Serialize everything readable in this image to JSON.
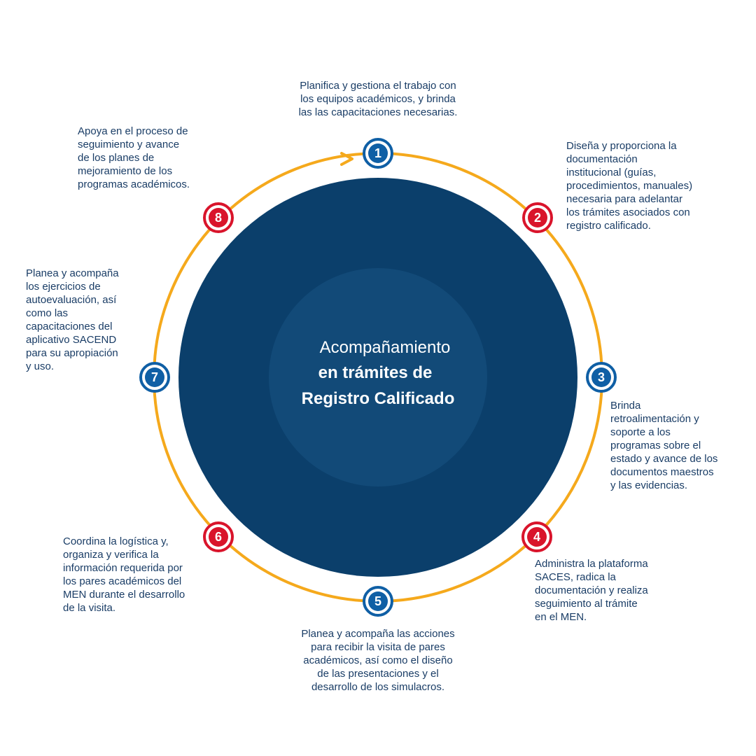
{
  "colors": {
    "ring": "#f5a91c",
    "circle_outer": "#0b3f6b",
    "circle_inner": "#124a78",
    "blue_badge": "#0f5fa5",
    "red_badge": "#d9142b",
    "text": "#1a3d66"
  },
  "center": {
    "line1": "Acompañamiento",
    "line2": "en trámites de",
    "line3": "Registro Calificado"
  },
  "cycle_arrow_icon": "arrow-right-icon",
  "steps": [
    {
      "number": "1",
      "color": "blue",
      "text": "Planifica y gestiona el trabajo con\nlos equipos académicos, y brinda\nlas las capacitaciones necesarias."
    },
    {
      "number": "2",
      "color": "red",
      "text": "Diseña y proporciona la\ndocumentación\ninstitucional (guías,\nprocedimientos, manuales)\nnecesaria para adelantar\nlos trámites asociados con\nregistro calificado."
    },
    {
      "number": "3",
      "color": "blue",
      "text": "Brinda\nretroalimentación y\nsoporte a los\nprogramas sobre el\nestado y avance de los\ndocumentos maestros\ny las evidencias."
    },
    {
      "number": "4",
      "color": "red",
      "text": "Administra la plataforma\nSACES, radica la\ndocumentación y realiza\nseguimiento al trámite\nen el MEN."
    },
    {
      "number": "5",
      "color": "blue",
      "text": "Planea y acompaña las acciones\npara recibir la visita de pares\nacadémicos, así como el diseño\nde las presentaciones y el\ndesarrollo de los simulacros."
    },
    {
      "number": "6",
      "color": "red",
      "text": "Coordina la logística y,\norganiza y verifica la\ninformación requerida por\nlos pares académicos del\nMEN durante el desarrollo\nde la visita."
    },
    {
      "number": "7",
      "color": "blue",
      "text": "Planea y acompaña\nlos ejercicios de\nautoevaluación, así\ncomo las\ncapacitaciones del\naplicativo SACEND\npara su apropiación\ny uso."
    },
    {
      "number": "8",
      "color": "red",
      "text": "Apoya en el proceso de\nseguimiento y  avance\nde los planes de\nmejoramiento de los\nprogramas académicos."
    }
  ]
}
